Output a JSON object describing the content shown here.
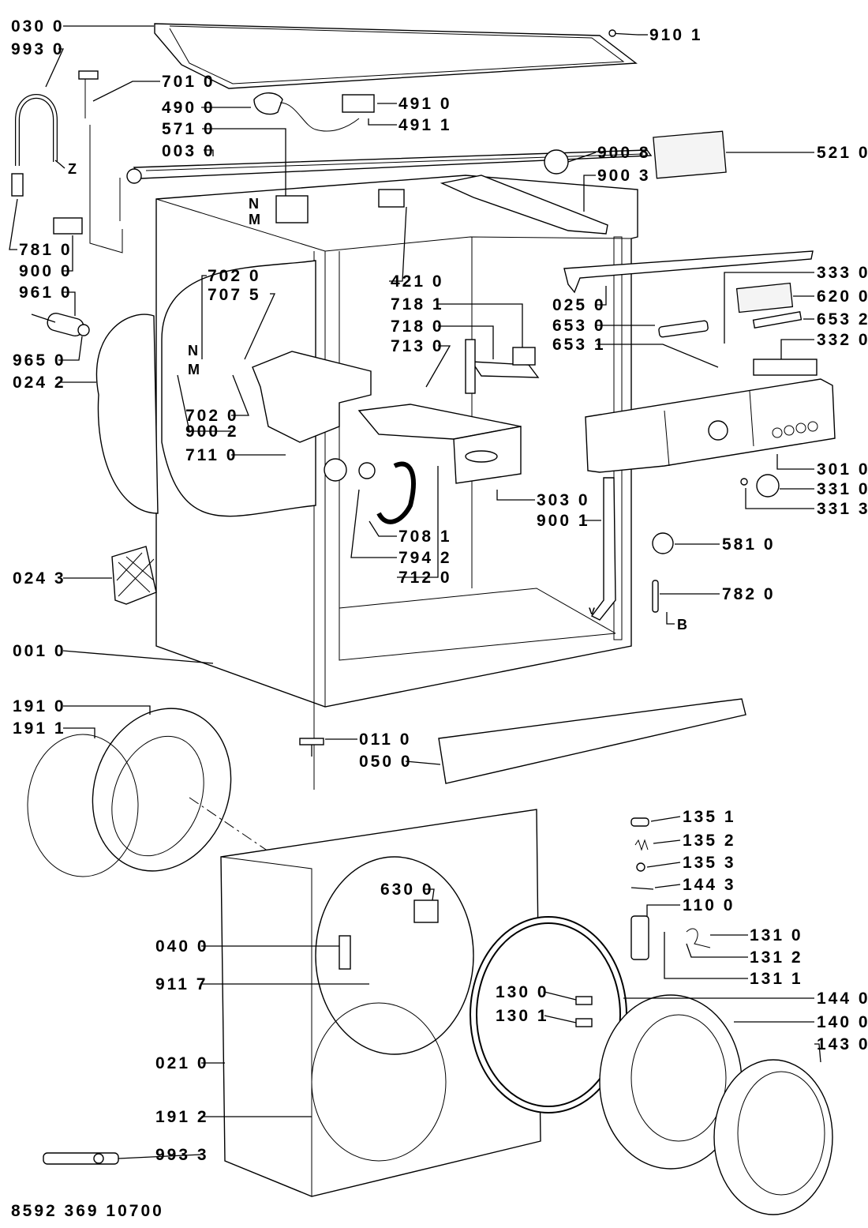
{
  "diagram": {
    "document_number": "8592 369 10700",
    "callouts": {
      "c030_0": "030 0",
      "c993_0": "993 0",
      "c701_0": "701 0",
      "c490_0": "490 0",
      "c571_0": "571 0",
      "c003_0": "003 0",
      "c781_0": "781 0",
      "c900_0": "900 0",
      "c961_0": "961 0",
      "c965_0": "965 0",
      "c024_2": "024 2",
      "c702_0a": "702 0",
      "c707_5": "707 5",
      "c702_0b": "702 0",
      "c900_2": "900 2",
      "c711_0": "711 0",
      "c421_0": "421 0",
      "c718_1": "718 1",
      "c718_0": "718 0",
      "c713_0": "713 0",
      "c910_1": "910 1",
      "c491_0": "491 0",
      "c491_1": "491 1",
      "c900_8": "900 8",
      "c521_0": "521 0",
      "c900_3": "900 3",
      "c333_0": "333 0",
      "c025_0": "025 0",
      "c620_0": "620 0",
      "c653_0": "653 0",
      "c653_2": "653 2",
      "c653_1": "653 1",
      "c332_0": "332 0",
      "c301_0": "301 0",
      "c331_0": "331 0",
      "c331_3": "331 3",
      "c303_0": "303 0",
      "c900_1": "900 1",
      "c581_0": "581 0",
      "c782_0": "782 0",
      "c708_1": "708 1",
      "c794_2": "794 2",
      "c712_0": "712 0",
      "c024_3": "024 3",
      "c001_0": "001 0",
      "c191_0": "191 0",
      "c191_1": "191 1",
      "c011_0": "011 0",
      "c050_0": "050 0",
      "c135_1": "135 1",
      "c135_2": "135 2",
      "c135_3": "135 3",
      "c144_3": "144 3",
      "c110_0": "110 0",
      "c630_0": "630 0",
      "c131_0": "131 0",
      "c131_2": "131 2",
      "c131_1": "131 1",
      "c040_0": "040 0",
      "c911_7": "911 7",
      "c130_0": "130 0",
      "c130_1": "130 1",
      "c144_0": "144 0",
      "c140_0": "140 0",
      "c143_0": "143 0",
      "c021_0": "021 0",
      "c191_2": "191 2",
      "c993_3": "993 3"
    },
    "markers": {
      "z": "Z",
      "n1": "N",
      "m1": "M",
      "n2": "N",
      "m2": "M",
      "b": "B",
      "v": "V"
    }
  }
}
